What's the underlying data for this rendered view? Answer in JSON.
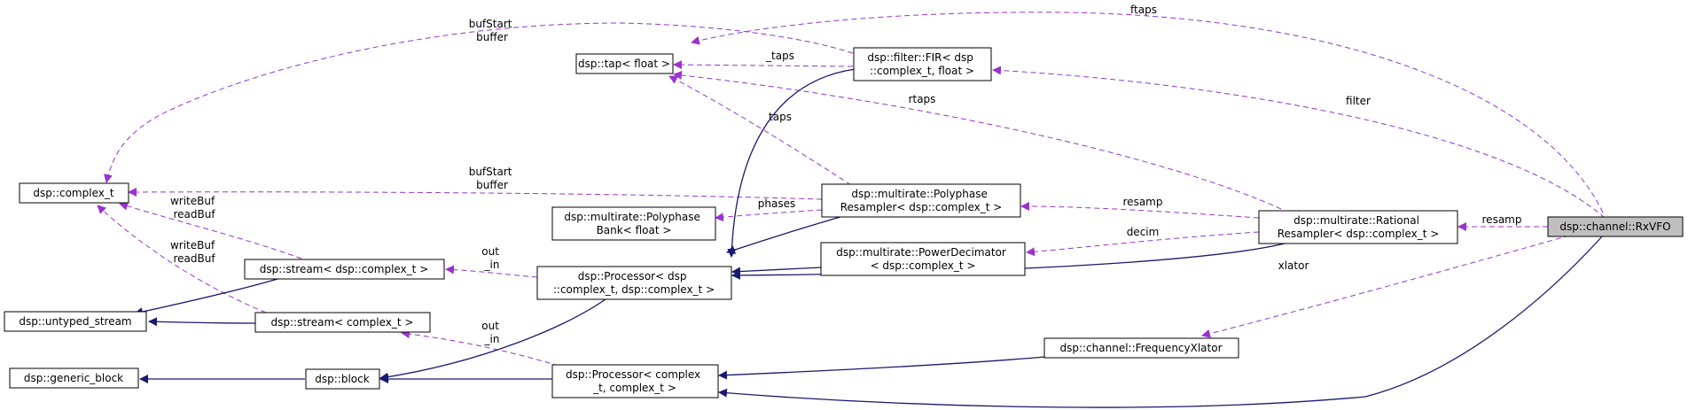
{
  "nodes": {
    "complex_t": [
      "dsp::complex_t"
    ],
    "untyped_stream": [
      "dsp::untyped_stream"
    ],
    "generic_block": [
      "dsp::generic_block"
    ],
    "tap_float": [
      "dsp::tap< float >"
    ],
    "polyphase_bank": [
      "dsp::multirate::Polyphase",
      "Bank< float >"
    ],
    "stream_dsp_complex": [
      "dsp::stream< dsp::complex_t >"
    ],
    "stream_complex": [
      "dsp::stream< complex_t >"
    ],
    "block": [
      "dsp::block"
    ],
    "fir": [
      "dsp::filter::FIR< dsp",
      "::complex_t, float >"
    ],
    "polyphase_resampler": [
      "dsp::multirate::Polyphase",
      "Resampler< dsp::complex_t >"
    ],
    "processor_dsp": [
      "dsp::Processor< dsp",
      "::complex_t, dsp::complex_t >"
    ],
    "power_decimator": [
      "dsp::multirate::PowerDecimator",
      "< dsp::complex_t >"
    ],
    "processor_complex": [
      "dsp::Processor< complex",
      "_t, complex_t >"
    ],
    "rational_resampler": [
      "dsp::multirate::Rational",
      "Resampler< dsp::complex_t >"
    ],
    "frequency_xlator": [
      "dsp::channel::FrequencyXlator"
    ],
    "rxvfo": [
      "dsp::channel::RxVFO"
    ]
  },
  "edge_labels": {
    "ftaps": [
      "ftaps"
    ],
    "bufstart_top": [
      "bufStart",
      "buffer"
    ],
    "taps_fir": [
      "_taps"
    ],
    "rtaps": [
      "rtaps"
    ],
    "filter": [
      "filter"
    ],
    "taps_poly": [
      "taps"
    ],
    "bufstart_mid": [
      "bufStart",
      "buffer"
    ],
    "phases": [
      "phases"
    ],
    "resamp_poly": [
      "resamp"
    ],
    "resamp_rx": [
      "resamp"
    ],
    "decim": [
      "decim"
    ],
    "writebuf_1": [
      "writeBuf",
      "readBuf"
    ],
    "writebuf_2": [
      "writeBuf",
      "readBuf"
    ],
    "out_in_1": [
      "out",
      "_in"
    ],
    "out_in_2": [
      "out",
      "_in"
    ],
    "xlator": [
      "xlator"
    ]
  },
  "colors": {
    "inheritance_edge": "#191970",
    "usage_edge": "#9a32cd",
    "focus_node_fill": "#bfbfbf"
  }
}
